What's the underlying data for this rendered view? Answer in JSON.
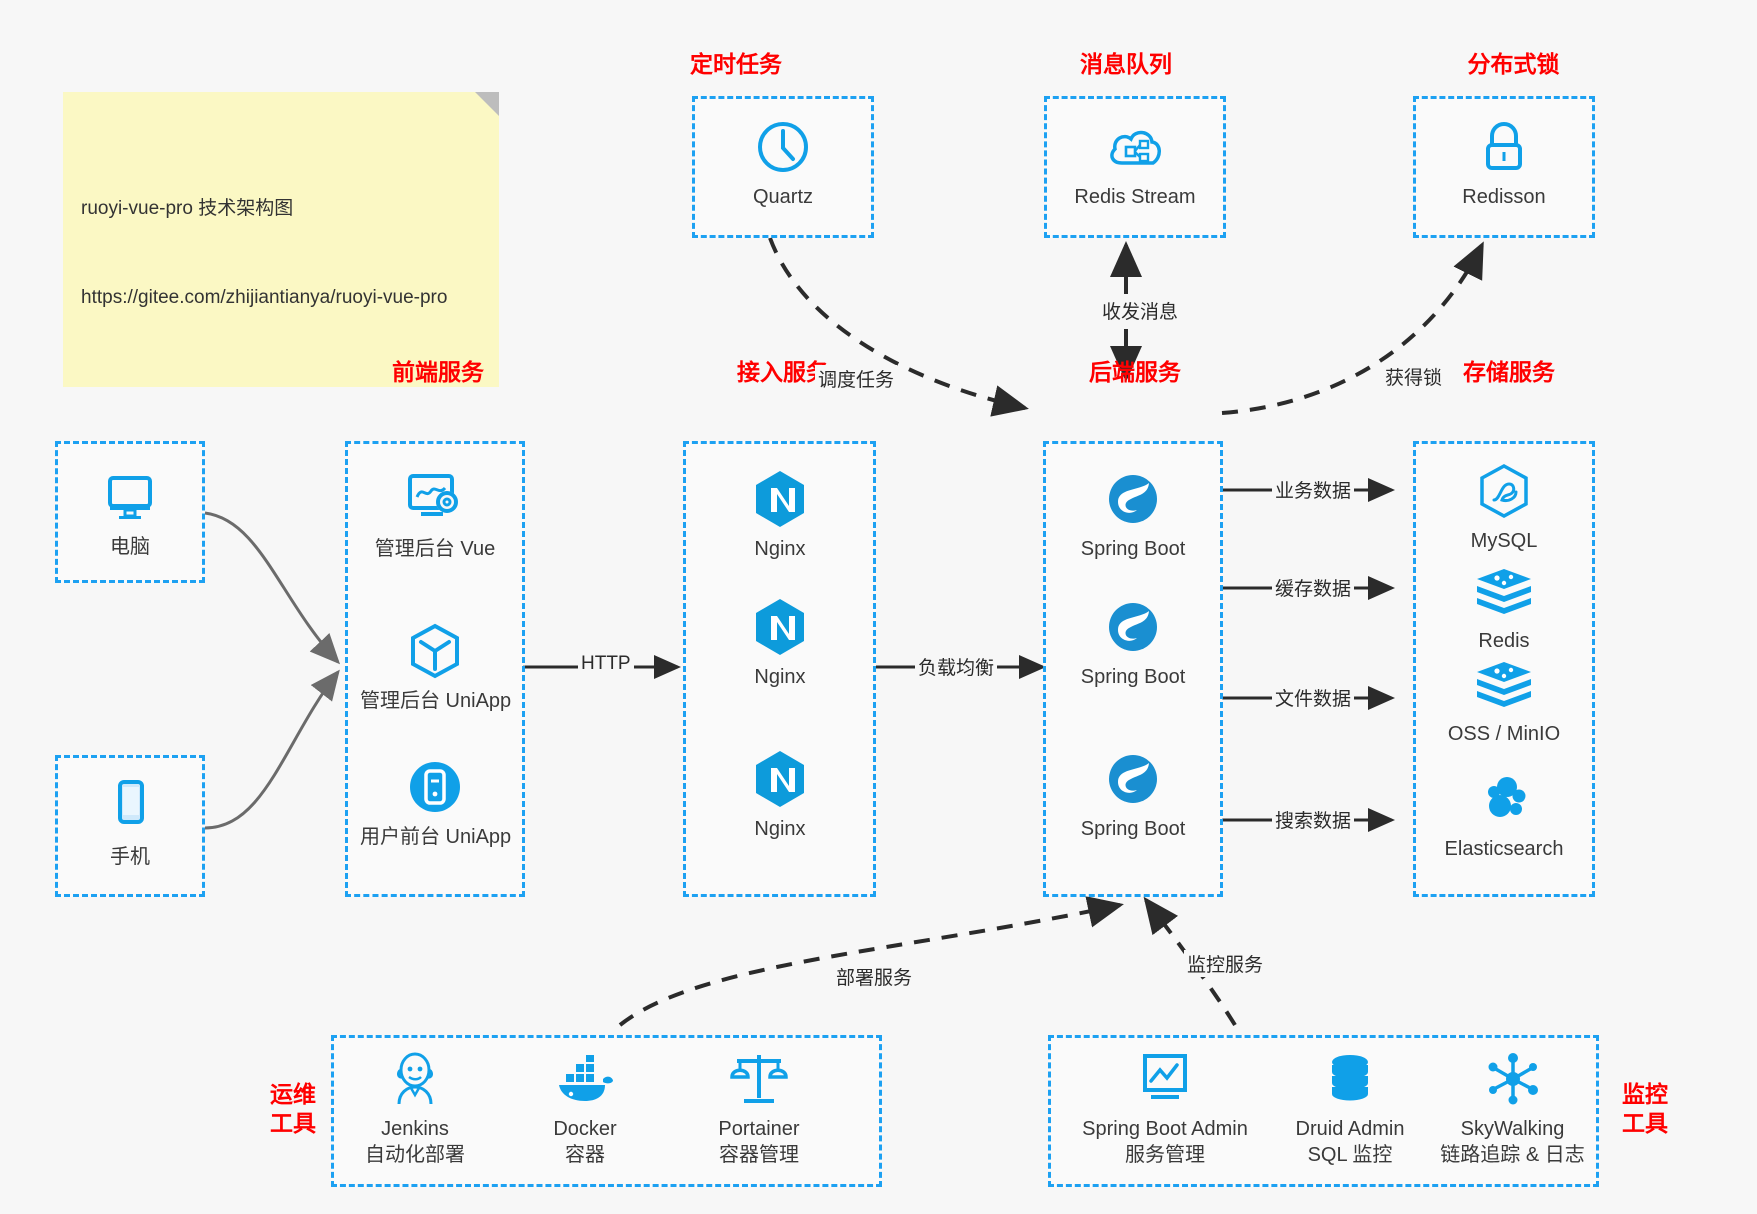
{
  "note": {
    "line1": "ruoyi-vue-pro 技术架构图",
    "line2": "https://gitee.com/zhijiantianya/ruoyi-vue-pro"
  },
  "colors": {
    "accent": "#1da1f2",
    "icon": "#10a0e8",
    "title": "#ff0000",
    "background": "#f7f7f7",
    "note_bg": "#fbf8c4",
    "edge": "#2b2b2b"
  },
  "groups": {
    "scheduled_task": {
      "title": "定时任务",
      "nodes": [
        {
          "label": "Quartz",
          "icon": "clock-icon"
        }
      ]
    },
    "message_queue": {
      "title": "消息队列",
      "nodes": [
        {
          "label": "Redis Stream",
          "icon": "cloud-network-icon"
        }
      ]
    },
    "distributed_lock": {
      "title": "分布式锁",
      "nodes": [
        {
          "label": "Redisson",
          "icon": "lock-icon"
        }
      ]
    },
    "clients": {
      "nodes": [
        {
          "label": "电脑",
          "icon": "desktop-icon"
        },
        {
          "label": "手机",
          "icon": "phone-icon"
        }
      ]
    },
    "frontend": {
      "title": "前端服务",
      "nodes": [
        {
          "label": "管理后台 Vue",
          "icon": "dashboard-gear-icon"
        },
        {
          "label": "管理后台 UniApp",
          "icon": "cube-icon"
        },
        {
          "label": "用户前台 UniApp",
          "icon": "mobile-circle-icon"
        }
      ]
    },
    "gateway": {
      "title": "接入服务",
      "nodes": [
        {
          "label": "Nginx",
          "icon": "nginx-icon"
        },
        {
          "label": "Nginx",
          "icon": "nginx-icon"
        },
        {
          "label": "Nginx",
          "icon": "nginx-icon"
        }
      ]
    },
    "backend": {
      "title": "后端服务",
      "nodes": [
        {
          "label": "Spring Boot",
          "icon": "spring-icon"
        },
        {
          "label": "Spring Boot",
          "icon": "spring-icon"
        },
        {
          "label": "Spring Boot",
          "icon": "spring-icon"
        }
      ]
    },
    "storage": {
      "title": "存储服务",
      "nodes": [
        {
          "label": "MySQL",
          "icon": "mysql-icon"
        },
        {
          "label": "Redis",
          "icon": "redis-icon"
        },
        {
          "label": "OSS / MinIO",
          "icon": "redis-icon"
        },
        {
          "label": "Elasticsearch",
          "icon": "elasticsearch-icon"
        }
      ]
    },
    "devops": {
      "title_line1": "运维",
      "title_line2": "工具",
      "nodes": [
        {
          "label": "Jenkins",
          "sublabel": "自动化部署",
          "icon": "jenkins-icon"
        },
        {
          "label": "Docker",
          "sublabel": "容器",
          "icon": "docker-icon"
        },
        {
          "label": "Portainer",
          "sublabel": "容器管理",
          "icon": "scales-icon"
        }
      ]
    },
    "monitoring": {
      "title_line1": "监控",
      "title_line2": "工具",
      "nodes": [
        {
          "label": "Spring Boot Admin",
          "sublabel": "服务管理",
          "icon": "monitor-chart-icon"
        },
        {
          "label": "Druid Admin",
          "sublabel": "SQL 监控",
          "icon": "database-icon"
        },
        {
          "label": "SkyWalking",
          "sublabel": "链路追踪 & 日志",
          "icon": "skywalking-icon"
        }
      ]
    }
  },
  "edges": [
    {
      "id": "http",
      "label": "HTTP"
    },
    {
      "id": "load-balance",
      "label": "负载均衡"
    },
    {
      "id": "schedule-task",
      "label": "调度任务"
    },
    {
      "id": "send-receive-message",
      "label": "收发消息"
    },
    {
      "id": "acquire-lock",
      "label": "获得锁"
    },
    {
      "id": "business-data",
      "label": "业务数据"
    },
    {
      "id": "cache-data",
      "label": "缓存数据"
    },
    {
      "id": "file-data",
      "label": "文件数据"
    },
    {
      "id": "search-data",
      "label": "搜索数据"
    },
    {
      "id": "deploy-service",
      "label": "部署服务"
    },
    {
      "id": "monitor-service",
      "label": "监控服务"
    }
  ]
}
